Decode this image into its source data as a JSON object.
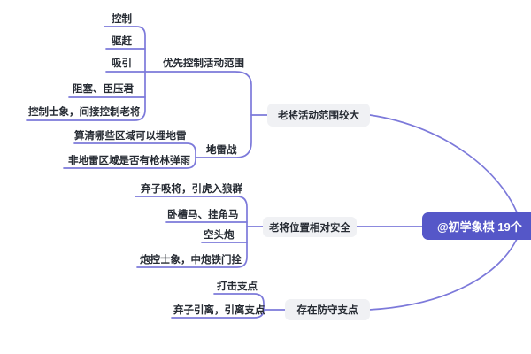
{
  "root": {
    "label": "@初学象棋 19个"
  },
  "branches": [
    {
      "label": "老将活动范围较大",
      "children": [
        {
          "label": "优先控制活动范围",
          "children": [
            "控制",
            "驱赶",
            "吸引",
            "阻塞、臣压君",
            "控制士象，间接控制老将"
          ]
        },
        {
          "label": "地雷战",
          "children": [
            "算清哪些区域可以埋地雷",
            "非地雷区域是否有枪林弹雨"
          ]
        }
      ]
    },
    {
      "label": "老将位置相对安全",
      "children": [
        "弃子吸将，引虎入狼群",
        "卧槽马、挂角马",
        "空头炮",
        "炮控士象，中炮铁门拴"
      ]
    },
    {
      "label": "存在防守支点",
      "children": [
        "打击支点",
        "弃子引离，引离支点"
      ]
    }
  ],
  "colors": {
    "line": "#7c79da",
    "root_fill": "#5557c8",
    "root_text": "#ffffff",
    "branch_fill": "#f0f1f4",
    "text": "#262b33",
    "background": "#ffffff"
  }
}
